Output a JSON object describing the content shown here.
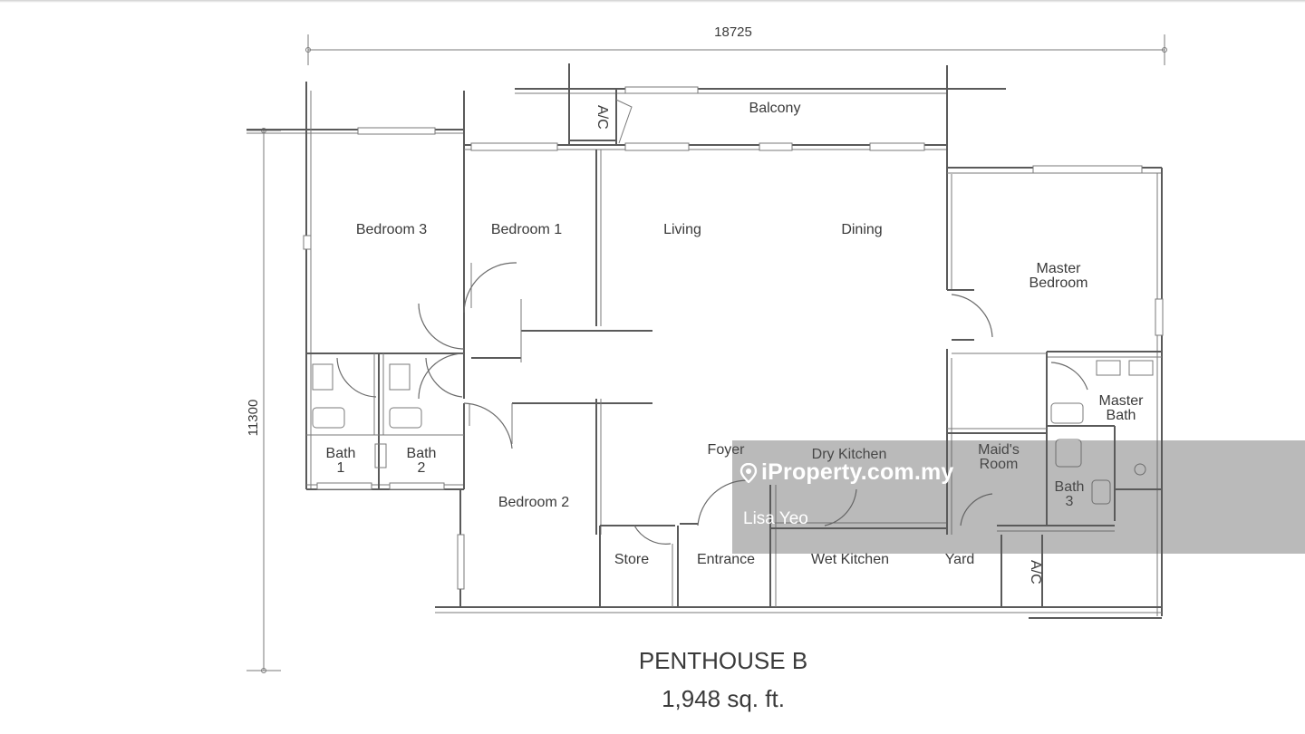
{
  "plan": {
    "title": "PENTHOUSE B",
    "area": "1,948 sq. ft.",
    "dim_width": "18725",
    "dim_height": "11300",
    "rooms": {
      "balcony": "Balcony",
      "ac_top": "A/C",
      "bedroom3": "Bedroom 3",
      "bedroom1": "Bedroom 1",
      "living": "Living",
      "dining": "Dining",
      "master_bedroom_1": "Master",
      "master_bedroom_2": "Bedroom",
      "master_bath_1": "Master",
      "master_bath_2": "Bath",
      "bath1_a": "Bath",
      "bath1_b": "1",
      "bath2_a": "Bath",
      "bath2_b": "2",
      "foyer": "Foyer",
      "dry_kitchen": "Dry Kitchen",
      "maids_room_1": "Maid's",
      "maids_room_2": "Room",
      "bath3_a": "Bath",
      "bath3_b": "3",
      "bedroom2": "Bedroom 2",
      "store": "Store",
      "entrance": "Entrance",
      "wet_kitchen": "Wet Kitchen",
      "yard": "Yard",
      "ac_bottom": "A/C"
    }
  },
  "watermark": {
    "logo_text": "iProperty.com.my",
    "logo_icon": "location-pin-icon",
    "agent": "Lisa Yeo"
  }
}
